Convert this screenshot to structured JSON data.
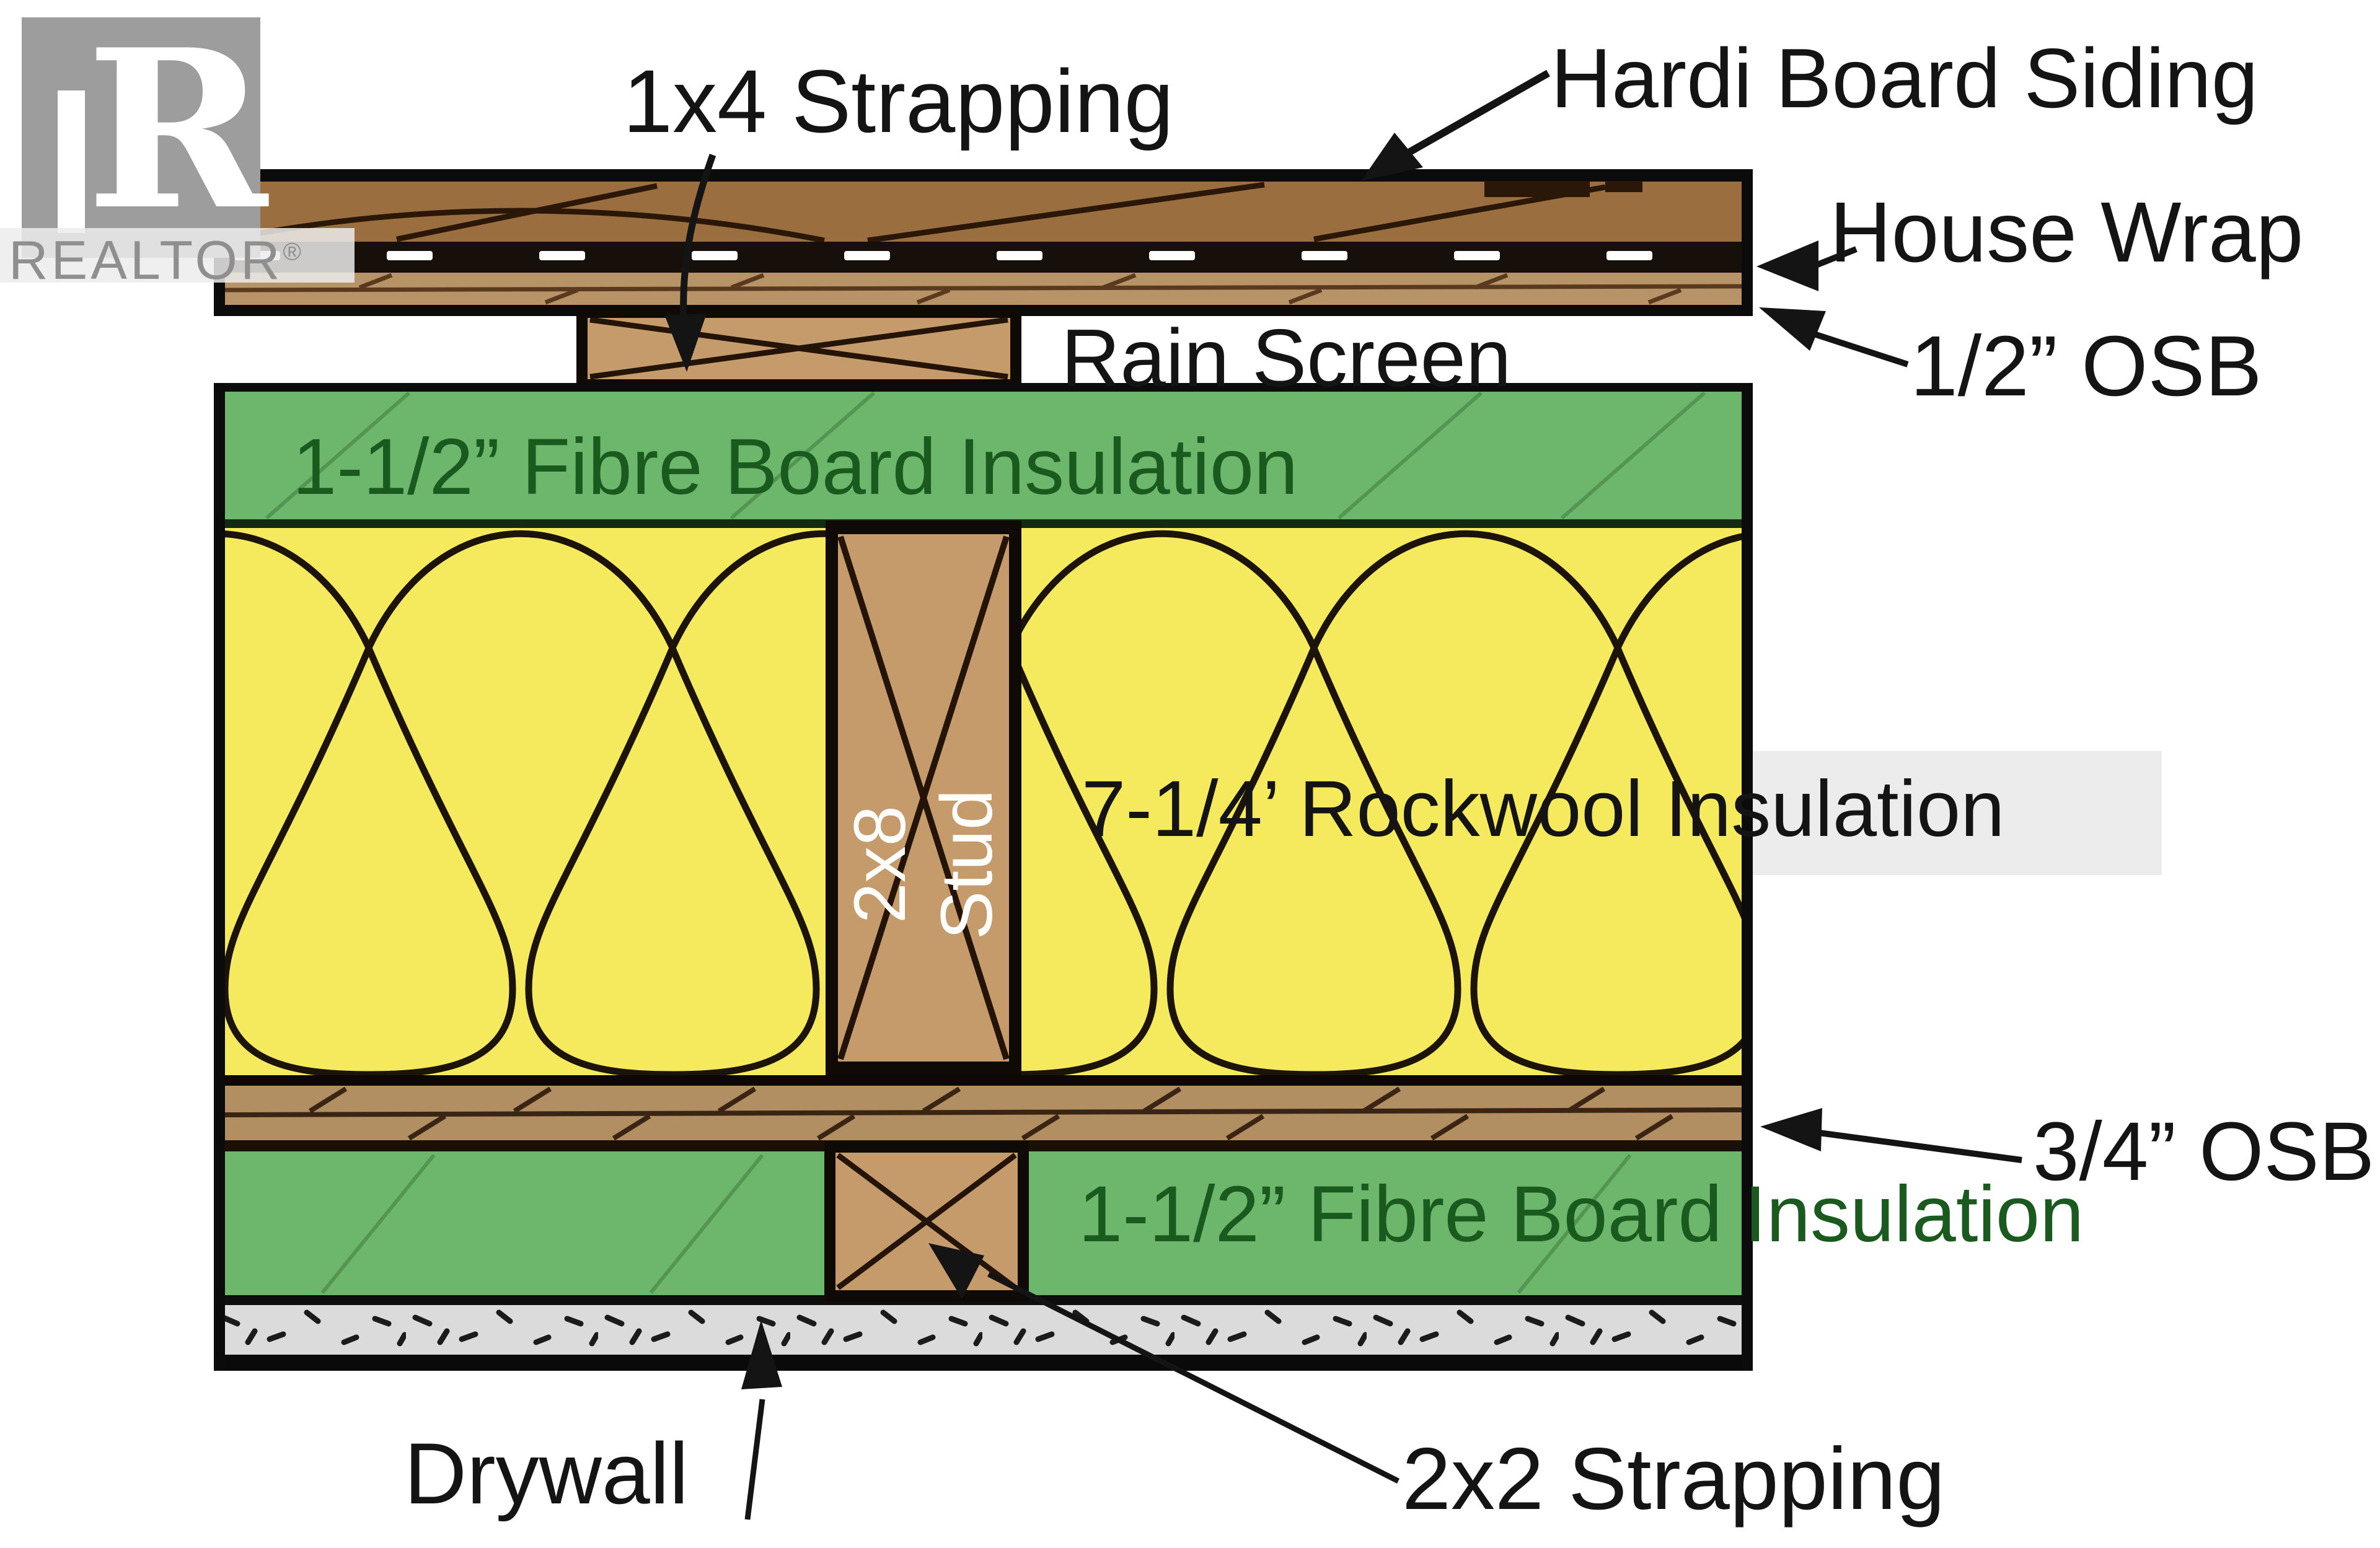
{
  "watermark": {
    "logo_letter": "R",
    "brand": "REALTOR",
    "registered": "®"
  },
  "labels": {
    "strapping_1x4": "1x4 Strapping",
    "hardi_board": "Hardi Board Siding",
    "house_wrap": "House Wrap",
    "osb_half": "1/2” OSB",
    "rain_screen": "Rain Screen",
    "fibre_board_top": "1-1/2” Fibre Board Insulation",
    "rockwool": "7-1/4’ Rockwool Insulation",
    "stud_size": "2x8",
    "stud_word": "Stud",
    "osb_three_quarter": "3/4” OSB",
    "fibre_board_bottom": "1-1/2” Fibre Board Insulation",
    "strapping_2x2": "2x2 Strapping",
    "drywall": "Drywall"
  },
  "materials": {
    "siding": "#9A6E3F",
    "housewrap": "#17100A",
    "sheathing_osb": "#B79367",
    "sheathing_osb_lower": "#B28F63",
    "wood": "#C69B6B",
    "fibre_board": "#6CB76B",
    "rockwool": "#F5E95D",
    "drywall": "#DBDBDB",
    "outline": "#0B0B0B",
    "highlight": "#ECECEC",
    "fibre_text_green": "#1A5A1F",
    "watermark_gray": "#9D9D9D"
  }
}
